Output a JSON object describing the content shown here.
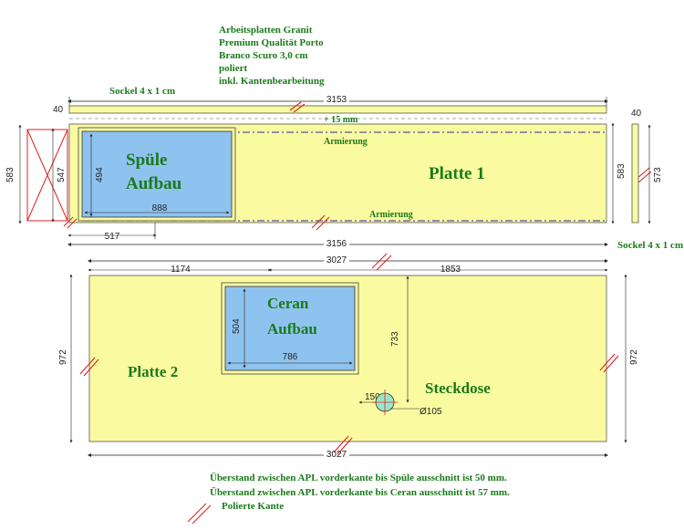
{
  "spec": {
    "line1": "Arbeitsplatten Granit",
    "line2": "Premium Qualität Porto",
    "line3": "Branco Scuro 3,0 cm",
    "line4": "poliert",
    "line5": "inkl. Kantenbearbeitung"
  },
  "sockel_top": "Sockel 4 x 1 cm",
  "sockel_right": "Sockel 4 x 1 cm",
  "plate1": {
    "name": "Platte 1",
    "sink_line1": "Spüle",
    "sink_line2": "Aufbau",
    "armierung_top": "Armierung",
    "armierung_bottom": "Armierung",
    "plus15": "+ 15 mm",
    "dim_top": "3153",
    "dim_bottom": "3156",
    "dim_sink_w": "888",
    "dim_sink_h": "494",
    "dim_sink_offset": "517",
    "dim_h_left": "583",
    "dim_h_inner": "547",
    "dim_h_right": "583",
    "dim_sockel_h": "40",
    "dim_sockel_side_w": "40",
    "dim_sockel_side_h": "573"
  },
  "plate2": {
    "name": "Platte 2",
    "ceran_line1": "Ceran",
    "ceran_line2": "Aufbau",
    "socket_label": "Steckdose",
    "dim_total_top": "3027",
    "dim_left_seg": "1174",
    "dim_right_seg": "1853",
    "dim_ceran_w": "786",
    "dim_ceran_h": "504",
    "dim_socket_v": "733",
    "dim_socket_h": "150",
    "dim_socket_d": "Ø105",
    "dim_h_left": "972",
    "dim_h_right": "972",
    "dim_total_bottom": "3027"
  },
  "notes": {
    "line1": "Überstand zwischen APL vorderkante bis Spüle ausschnitt ist 50 mm.",
    "line2": "Überstand zwischen APL vorderkante bis Ceran ausschnitt ist 57 mm.",
    "legend": "Polierte Kante"
  },
  "colors": {
    "plate": "#fafaa0",
    "cutout": "#8fc3ef",
    "text_green": "#1a7a1a",
    "polish_red": "#e02020",
    "armierung_blue": "#2a2ab0"
  }
}
